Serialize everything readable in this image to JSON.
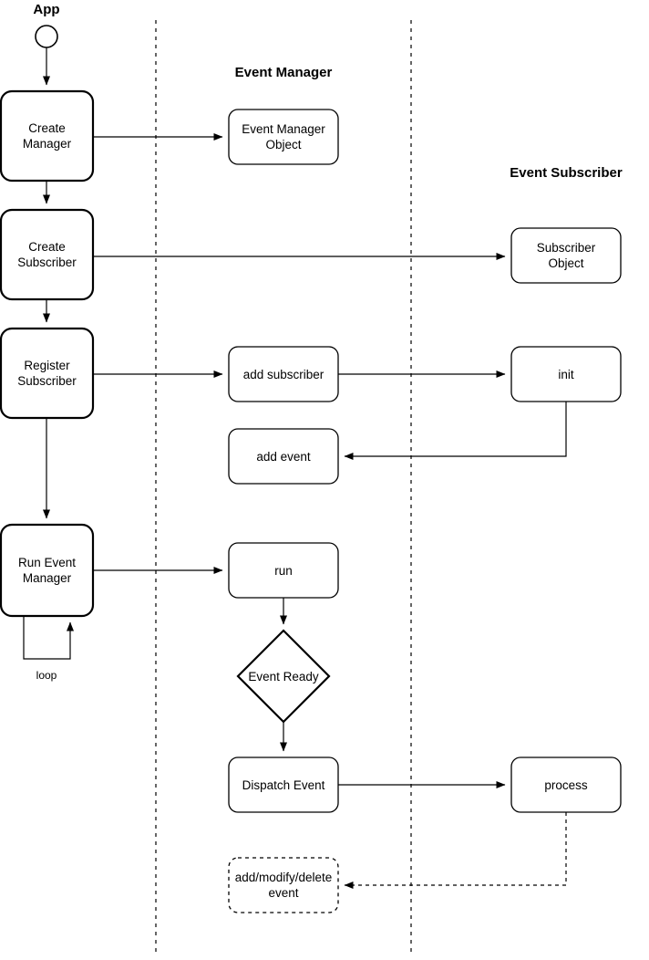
{
  "diagram": {
    "type": "swimlane-flowchart",
    "background": "#ffffff",
    "stroke": "#000000",
    "lanes": [
      {
        "id": "app",
        "title": "App"
      },
      {
        "id": "event-manager",
        "title": "Event Manager"
      },
      {
        "id": "event-subscriber",
        "title": "Event Subscriber"
      }
    ],
    "start": {
      "name": "start-node"
    },
    "app_nodes": [
      {
        "id": "create-manager",
        "label": "Create\nManager"
      },
      {
        "id": "create-subscriber",
        "label": "Create\nSubscriber"
      },
      {
        "id": "register-subscriber",
        "label": "Register\nSubscriber"
      },
      {
        "id": "run-event-manager",
        "label": "Run Event\nManager"
      }
    ],
    "manager_nodes": [
      {
        "id": "event-manager-object",
        "label": "Event Manager\nObject"
      },
      {
        "id": "add-subscriber",
        "label": "add subscriber"
      },
      {
        "id": "add-event",
        "label": "add event"
      },
      {
        "id": "run",
        "label": "run"
      },
      {
        "id": "dispatch-event",
        "label": "Dispatch Event"
      },
      {
        "id": "add-modify-delete-event",
        "label": "add/modify/delete\nevent"
      }
    ],
    "subscriber_nodes": [
      {
        "id": "subscriber-object",
        "label": "Subscriber\nObject"
      },
      {
        "id": "init",
        "label": "init"
      },
      {
        "id": "process",
        "label": "process"
      }
    ],
    "decision": {
      "id": "event-ready",
      "label": "Event Ready"
    },
    "annotations": [
      {
        "id": "loop-label",
        "label": "loop"
      }
    ]
  }
}
